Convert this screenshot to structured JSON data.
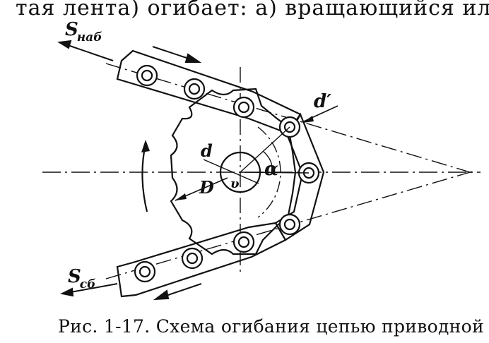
{
  "text": {
    "top_line": "тая лента) огибает: а) вращающийся ил",
    "caption": "Рис. 1-17. Схема огибания цепью приводной"
  },
  "figure": {
    "labels": {
      "s_nab_main": "S",
      "s_nab_sub": "наб",
      "s_sb_main": "S",
      "s_sb_sub": "сб",
      "d_prime": "d′",
      "d": "d",
      "D": "D",
      "alpha": "α"
    }
  }
}
